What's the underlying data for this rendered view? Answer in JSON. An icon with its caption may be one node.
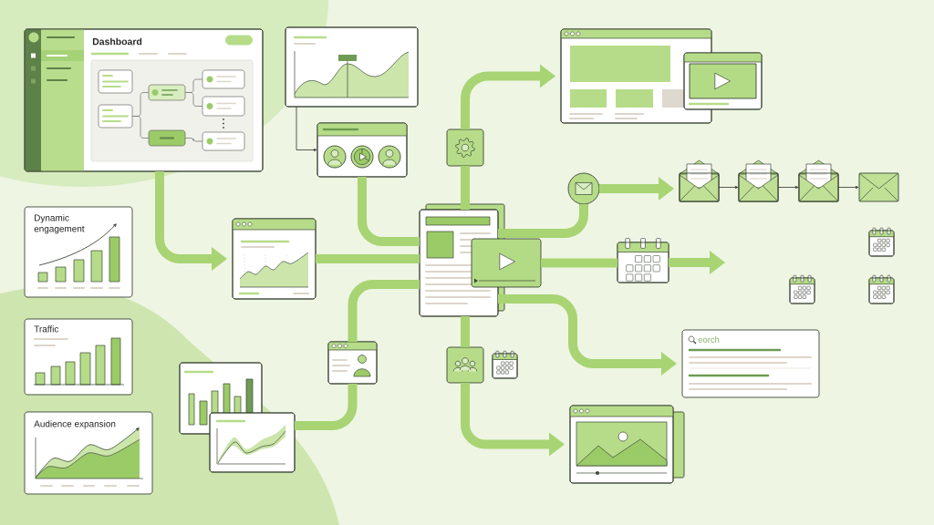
{
  "diagram": {
    "nodes": [
      {
        "text": [
          "Dashboard"
        ]
      },
      {
        "text": [],
        "shape": "box",
        "in": 0
      },
      {
        "text": [],
        "shape": "box",
        "in": 0
      },
      {
        "text": [],
        "shape": "box",
        "in": 0
      },
      {
        "text": [],
        "shape": "box",
        "in": 0
      },
      {
        "text": [],
        "shape": "box",
        "in": 0
      },
      {
        "text": [],
        "shape": "box",
        "in": 0
      },
      {
        "text": [],
        "shape": "box",
        "in": 0
      },
      {
        "text": [],
        "shape": "box"
      },
      {
        "text": [],
        "shape": "box"
      },
      {
        "text": [],
        "shape": "box"
      },
      {
        "text": [],
        "shape": "box"
      },
      {
        "text": [],
        "shape": "box"
      },
      {
        "text": [],
        "shape": "circle"
      },
      {
        "text": [],
        "shape": "envelope"
      },
      {
        "text": [],
        "shape": "envelope"
      },
      {
        "text": [],
        "shape": "envelope"
      },
      {
        "text": [],
        "shape": "envelope"
      },
      {
        "text": [
          "Dynamic engagement"
        ]
      },
      {
        "text": [],
        "shape": "box"
      },
      {
        "text": [],
        "shape": "box"
      },
      {
        "text": [],
        "shape": "box"
      },
      {
        "text": [],
        "shape": "calendar"
      },
      {
        "text": [
          "Traffic"
        ]
      },
      {
        "text": [],
        "shape": "box"
      },
      {
        "text": [],
        "shape": "box"
      },
      {
        "text": [
          "eorch"
        ]
      },
      {
        "text": [],
        "shape": "box"
      },
      {
        "text": [],
        "shape": "box"
      },
      {
        "text": [
          "Audience expansion"
        ]
      },
      {
        "text": [],
        "shape": "box"
      }
    ],
    "edges": [
      {
        "from": 2,
        "to": 3,
        "arrow": "none",
        "color": "#7c7c76"
      },
      {
        "from": 2,
        "to": 4,
        "arrow": "none",
        "color": "#7c7c76"
      },
      {
        "from": 3,
        "to": 5,
        "arrow": "none",
        "color": "#7c7c76"
      },
      {
        "from": 3,
        "to": 6,
        "arrow": "none",
        "color": "#7c7c76"
      },
      {
        "from": 4,
        "to": 7,
        "arrow": "none",
        "color": "#7c7c76"
      },
      {
        "from": 0,
        "to": 19,
        "arrow": "to"
      },
      {
        "from": 8,
        "to": 9,
        "arrow": "to",
        "color": "#333333"
      },
      {
        "from": 9,
        "to": 20,
        "arrow": "none"
      },
      {
        "from": 19,
        "to": 20,
        "arrow": "none"
      },
      {
        "from": 28,
        "to": 24,
        "arrow": "none"
      },
      {
        "from": 24,
        "to": 20,
        "arrow": "none"
      },
      {
        "from": 20,
        "to": 12,
        "arrow": "none"
      },
      {
        "from": 12,
        "to": 10,
        "arrow": "to"
      },
      {
        "from": 20,
        "to": 13,
        "arrow": "none"
      },
      {
        "from": 13,
        "to": 14,
        "arrow": "to"
      },
      {
        "from": 14,
        "to": 15,
        "arrow": "to",
        "color": "#333333"
      },
      {
        "from": 15,
        "to": 16,
        "arrow": "to",
        "color": "#333333"
      },
      {
        "from": 16,
        "to": 17,
        "arrow": "to",
        "color": "#333333"
      },
      {
        "from": 21,
        "to": 22,
        "arrow": "none"
      },
      {
        "from": 22,
        "to": null,
        "arrow": "to"
      },
      {
        "from": 20,
        "to": 26,
        "arrow": "to"
      },
      {
        "from": 20,
        "to": 25,
        "arrow": "none"
      },
      {
        "from": 25,
        "to": 30,
        "arrow": "to"
      }
    ]
  }
}
